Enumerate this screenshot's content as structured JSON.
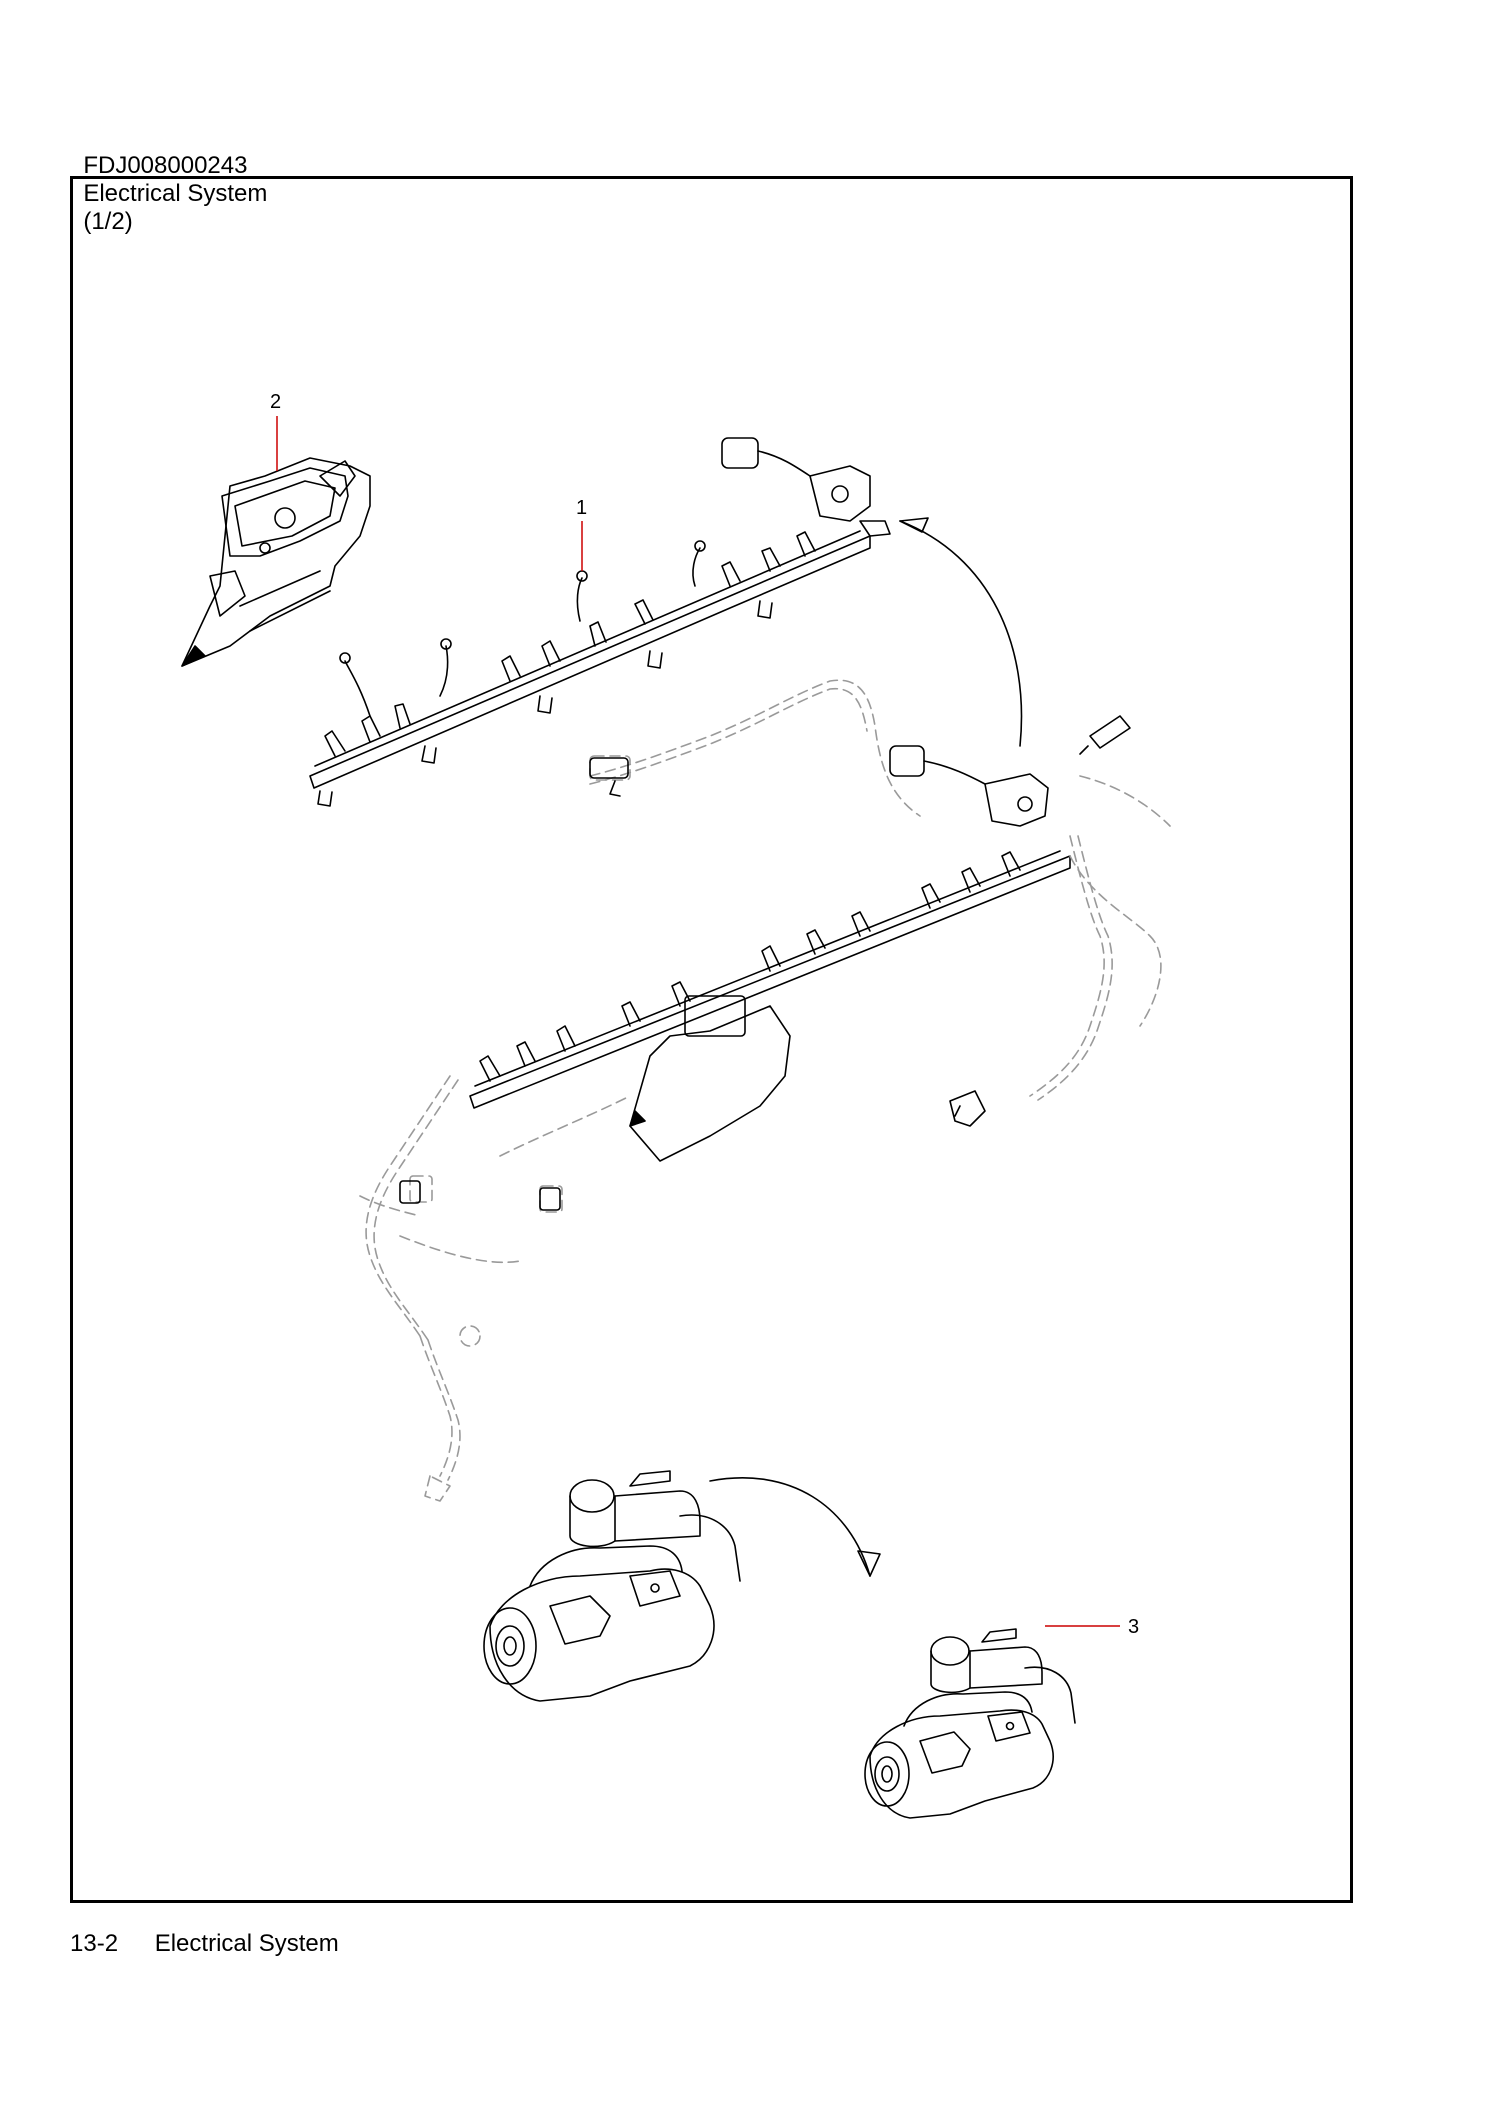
{
  "header": {
    "part_code": "FDJ008000243",
    "section_title": "Electrical System",
    "page_fraction": "(1/2)"
  },
  "callouts": {
    "c1": "1",
    "c2": "2",
    "c3": "3"
  },
  "footer": {
    "page_number": "13-2",
    "section_title": "Electrical System"
  },
  "colors": {
    "leader_line": "#cc0000",
    "outline": "#000000",
    "phantom": "#9a9a9a"
  }
}
